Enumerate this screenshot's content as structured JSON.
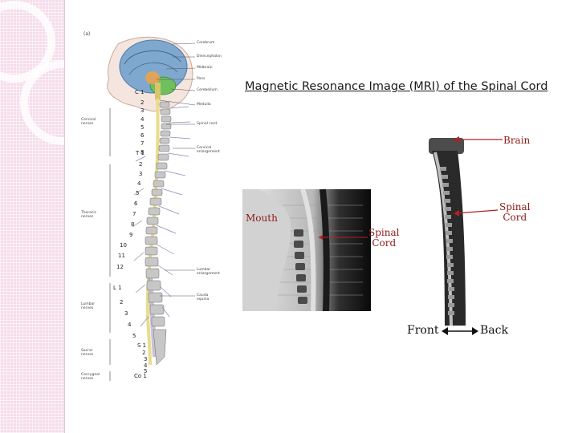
{
  "slide": {
    "title": "Magnetic Resonance Image (MRI) of the Spinal Cord"
  },
  "anatomy_figure": {
    "panel_label": "(a)",
    "right_labels": [
      "Cerebrum",
      "Diencephalon",
      "Midbrain",
      "Pons",
      "Cerebellum",
      "Medulla",
      "Spinal cord",
      "Cervical enlargement",
      "Lumbar enlargement",
      "Cauda equina"
    ],
    "left_labels": [
      "Cervical nerves",
      "Thoracic nerves",
      "Lumbar nerves",
      "Sacral nerves",
      "Coccygeal nerves"
    ],
    "vertebra_numbers": [
      "C 1",
      "2",
      "3",
      "4",
      "5",
      "6",
      "7",
      "8",
      "T 1",
      "2",
      "3",
      "4",
      "5",
      "6",
      "7",
      "8",
      "9",
      "10",
      "11",
      "12",
      "L 1",
      "2",
      "3",
      "4",
      "5",
      "S 1",
      "2",
      "3",
      "4",
      "5",
      "Co 1"
    ]
  },
  "mri_left": {
    "labels": {
      "mouth": "Mouth",
      "spinal_cord": "Spinal\nCord"
    }
  },
  "mri_right": {
    "labels": {
      "brain": "Brain",
      "spinal_cord": "Spinal\nCord"
    }
  },
  "direction": {
    "front": "Front",
    "back": "Back"
  },
  "colors": {
    "label_red": "#8b1a1a",
    "band_pink": "#f5dcea",
    "cord_yellow": "#e9dc8a",
    "nerve_purple": "#9b8fc0"
  }
}
